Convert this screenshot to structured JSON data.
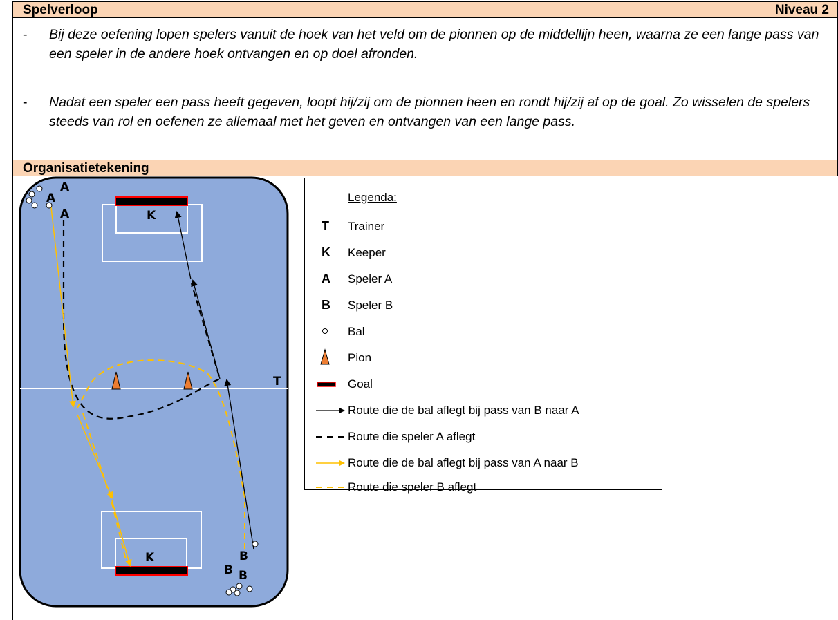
{
  "header": {
    "section_title": "Spelverloop",
    "level": "Niveau 2"
  },
  "description": {
    "items": [
      {
        "dash": "-",
        "text": "Bij deze oefening lopen spelers vanuit de hoek van het veld om de pionnen op de middellijn heen, waarna ze een lange pass van een speler in de andere hoek ontvangen en op doel afronden."
      },
      {
        "dash": "-",
        "text": "Nadat een speler een pass heeft gegeven, loopt hij/zij om de pionnen heen en rondt hij/zij af op de goal. Zo wisselen de spelers steeds van rol en oefenen ze allemaal met het geven en ontvangen van een lange pass."
      }
    ]
  },
  "drawing_header": "Organisatietekening",
  "field": {
    "field_color": "#8eaadb",
    "player_a_label": "A",
    "player_b_label": "B",
    "keeper_label": "K",
    "trainer_label": "T",
    "cone_color": "#ed7d31",
    "goal_color": "#000000",
    "goal_border_color": "#ff0000",
    "ball_route_b_to_a_color": "#000000",
    "ball_route_a_to_b_color": "#ffc000"
  },
  "legend": {
    "title": "Legenda:",
    "items": [
      {
        "symbol": "T",
        "label": "Trainer"
      },
      {
        "symbol": "K",
        "label": "Keeper"
      },
      {
        "symbol": "A",
        "label": "Speler A"
      },
      {
        "symbol": "B",
        "label": "Speler B"
      },
      {
        "symbol": "ball-icon",
        "label": "Bal"
      },
      {
        "symbol": "cone-icon",
        "label": "Pion"
      },
      {
        "symbol": "goal-icon",
        "label": "Goal"
      },
      {
        "symbol": "black-arrow-icon",
        "label": "Route die de bal aflegt bij pass van B naar A"
      },
      {
        "symbol": "black-dash-icon",
        "label": "Route die speler A aflegt"
      },
      {
        "symbol": "yellow-arrow-icon",
        "label": "Route die de bal aflegt bij pass van A naar B"
      },
      {
        "symbol": "yellow-dash-icon",
        "label": "Route die speler B aflegt"
      }
    ]
  }
}
